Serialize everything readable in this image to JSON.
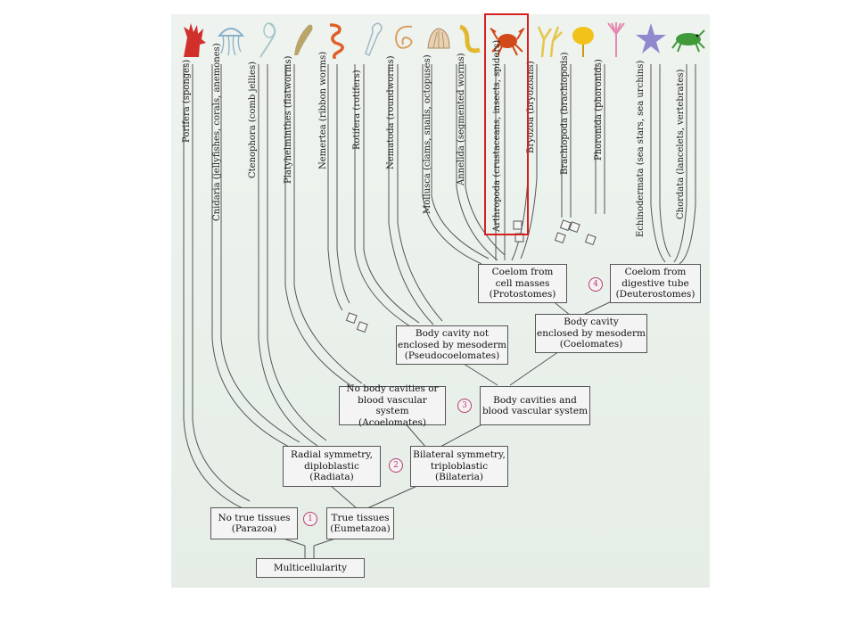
{
  "phyla": [
    {
      "id": "porifera",
      "label": "Porifera (sponges)"
    },
    {
      "id": "cnidaria",
      "label": "Cnidaria (jellyfishes, corals, anemones)"
    },
    {
      "id": "ctenophora",
      "label": "Ctenophora (comb jellies)"
    },
    {
      "id": "platyhelminthes",
      "label": "Platyhelminthes (flatworms)"
    },
    {
      "id": "nemertea",
      "label": "Nemertea (ribbon worms)"
    },
    {
      "id": "rotifera",
      "label": "Rotifera (rotifers)"
    },
    {
      "id": "nematoda",
      "label": "Nematoda (roundworms)"
    },
    {
      "id": "mollusca",
      "label": "Mollusca (clams, snails, octopuses)"
    },
    {
      "id": "annelida",
      "label": "Annelida (segmented worms)"
    },
    {
      "id": "arthropoda",
      "label": "Arthropoda (crustaceans, insects, spiders)"
    },
    {
      "id": "bryozoa",
      "label": "Bryozoa (bryozoans)"
    },
    {
      "id": "brachiopoda",
      "label": "Brachiopoda (brachiopods)"
    },
    {
      "id": "phoronida",
      "label": "Phoronida (phoronids)"
    },
    {
      "id": "echinodermata",
      "label": "Echinodermata (sea stars, sea urchins)"
    },
    {
      "id": "chordata",
      "label": "Chordata (lancelets, vertebrates)"
    }
  ],
  "nodes": {
    "multicellularity": {
      "lines": [
        "Multicellularity"
      ]
    },
    "parazoa": {
      "lines": [
        "No true tissues",
        "(Parazoa)"
      ]
    },
    "eumetazoa": {
      "lines": [
        "True tissues",
        "(Eumetazoa)"
      ]
    },
    "radiata": {
      "lines": [
        "Radial symmetry,",
        "diploblastic",
        "(Radiata)"
      ]
    },
    "bilateria": {
      "lines": [
        "Bilateral symmetry,",
        "triploblastic",
        "(Bilateria)"
      ]
    },
    "acoelomates": {
      "lines": [
        "No body cavities or",
        "blood vascular system",
        "(Acoelomates)"
      ]
    },
    "body_cavities": {
      "lines": [
        "Body cavities and",
        "blood vascular system"
      ]
    },
    "pseudocoelomates": {
      "lines": [
        "Body cavity not",
        "enclosed by mesoderm",
        "(Pseudocoelomates)"
      ]
    },
    "coelomates": {
      "lines": [
        "Body cavity",
        "enclosed by mesoderm",
        "(Coelomates)"
      ]
    },
    "protostomes": {
      "lines": [
        "Coelom from",
        "cell masses",
        "(Protostomes)"
      ]
    },
    "deuterostomes": {
      "lines": [
        "Coelom from",
        "digestive tube",
        "(Deuterostomes)"
      ]
    }
  },
  "badges": {
    "b1": "1",
    "b2": "2",
    "b3": "3",
    "b4": "4"
  },
  "highlight": {
    "target": "arthropoda",
    "color": "#d62020"
  },
  "icons": [
    {
      "name": "sponge-icon",
      "color": "#d1302a"
    },
    {
      "name": "jellyfish-icon",
      "color": "#8ab0c8"
    },
    {
      "name": "comb-jelly-icon",
      "color": "#a7c7c7"
    },
    {
      "name": "flatworm-icon",
      "color": "#b9a46a"
    },
    {
      "name": "ribbon-worm-icon",
      "color": "#e0602a"
    },
    {
      "name": "rotifer-icon",
      "color": "#9fb7c6"
    },
    {
      "name": "roundworm-icon",
      "color": "#d8a060"
    },
    {
      "name": "clam-icon",
      "color": "#d8b890"
    },
    {
      "name": "segmented-worm-icon",
      "color": "#e2b830"
    },
    {
      "name": "crab-icon",
      "color": "#d24a1a"
    },
    {
      "name": "bryozoan-icon",
      "color": "#e6c64a"
    },
    {
      "name": "brachiopod-icon",
      "color": "#f2c21a"
    },
    {
      "name": "phoronid-icon",
      "color": "#e48ab0"
    },
    {
      "name": "sea-star-icon",
      "color": "#8f8ad0"
    },
    {
      "name": "frog-icon",
      "color": "#3f9a3a"
    }
  ]
}
